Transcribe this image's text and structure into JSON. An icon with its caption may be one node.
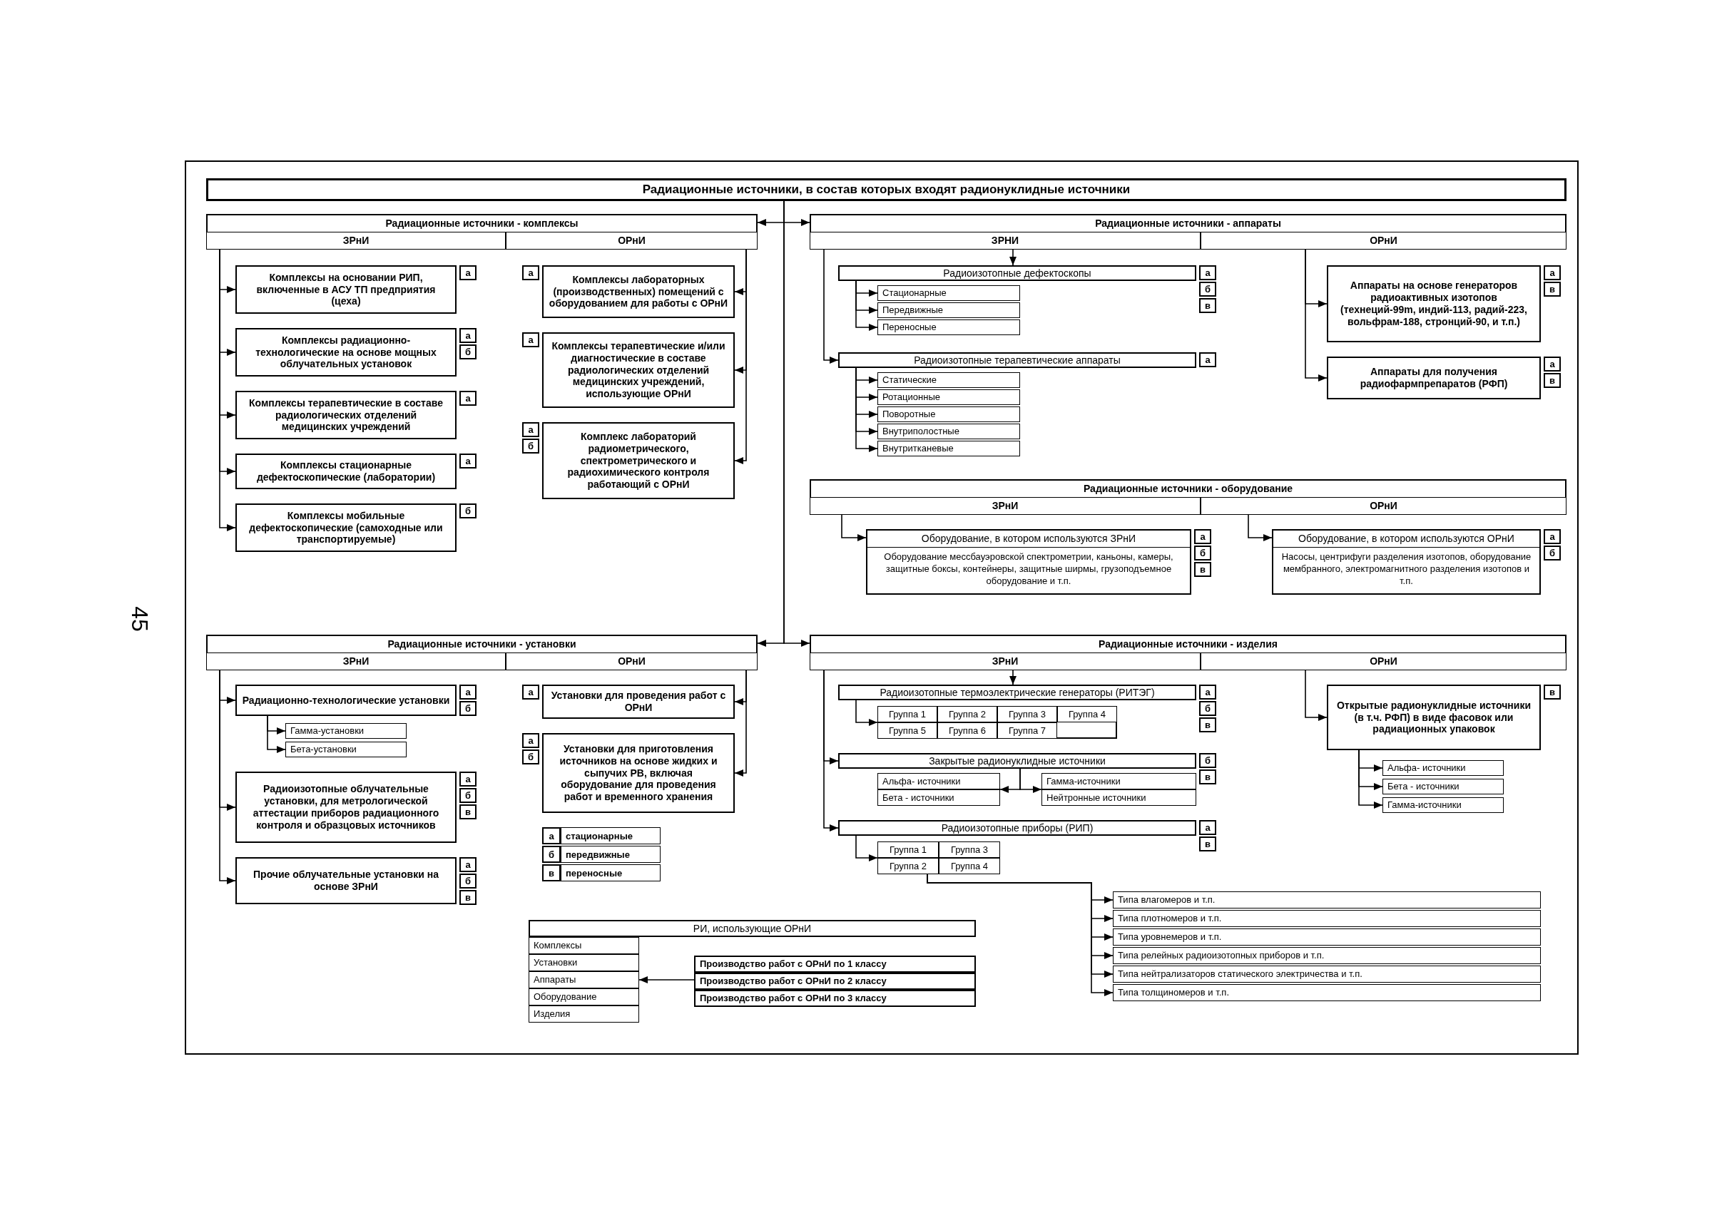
{
  "diagram": {
    "nodes": [
      {
        "text": [
          "Радиационные источники, в состав которых входят радионуклидные источники"
        ]
      },
      {
        "text": [
          "Радиационные источники - комплексы"
        ]
      },
      {
        "text": [
          "ЗРнИ"
        ],
        "in": 1
      },
      {
        "text": [
          "ОРнИ"
        ],
        "in": 1
      },
      {
        "text": [
          "Комплексы на основании РИП, включенные в АСУ ТП предприятия (цеха)"
        ],
        "beside": [
          "а"
        ]
      },
      {
        "text": [
          "Комплексы радиационно-технологические на основе мощных облучательных установок"
        ],
        "beside": [
          "а",
          "б"
        ]
      },
      {
        "text": [
          "Комплексы терапевтические в составе радиологических отделений медицинских учреждений"
        ],
        "beside": [
          "а"
        ]
      },
      {
        "text": [
          "Комплексы стационарные дефектоскопические (лаборатории)"
        ],
        "beside": [
          "а"
        ]
      },
      {
        "text": [
          "Комплексы мобильные дефектоскопические (самоходные или транспортируемые)"
        ],
        "beside": [
          "б"
        ]
      },
      {
        "text": [
          "Комплексы лабораторных (производственных) помещений с оборудованием для работы с ОРнИ"
        ],
        "beside": [
          "а"
        ]
      },
      {
        "text": [
          "Комплексы терапевтические и/или диагностические в составе радиологических отделений медицинских учреждений, использующие ОРнИ"
        ],
        "beside": [
          "а"
        ]
      },
      {
        "text": [
          "Комплекс лабораторий радиометрического, спектрометрического и радиохимического контроля работающий с ОРнИ"
        ],
        "beside": [
          "а",
          "б"
        ]
      },
      {
        "text": [
          "Радиационные источники - аппараты"
        ]
      },
      {
        "text": [
          "ЗРНИ"
        ],
        "in": 12
      },
      {
        "text": [
          "ОРнИ"
        ],
        "in": 12
      },
      {
        "text": [
          "Радиоизотопные дефектоскопы"
        ],
        "beside": [
          "а",
          "б",
          "в"
        ]
      },
      {
        "text": [
          "Стационарные"
        ]
      },
      {
        "text": [
          "Передвижные"
        ]
      },
      {
        "text": [
          "Переносные"
        ]
      },
      {
        "text": [
          "Радиоизотопные терапевтические аппараты"
        ],
        "beside": [
          "а"
        ]
      },
      {
        "text": [
          "Статические"
        ]
      },
      {
        "text": [
          "Ротационные"
        ]
      },
      {
        "text": [
          "Поворотные"
        ]
      },
      {
        "text": [
          "Внутриполостные"
        ]
      },
      {
        "text": [
          "Внутритканевые"
        ]
      },
      {
        "text": [
          "Аппараты на основе генераторов радиоактивных изотопов (технеций-99m, индий-113, радий-223, вольфрам-188, стронций-90, и т.п.)"
        ],
        "beside": [
          "а",
          "в"
        ]
      },
      {
        "text": [
          "Аппараты для получения радиофармпрепаратов (РФП)"
        ],
        "beside": [
          "а",
          "в"
        ]
      },
      {
        "text": [
          "Радиационные источники - оборудование"
        ]
      },
      {
        "text": [
          "ЗРнИ"
        ],
        "in": 27
      },
      {
        "text": [
          "ОРнИ"
        ],
        "in": 27
      },
      {
        "text": [
          "Оборудование, в котором используются ЗРнИ",
          "Оборудование мессбауэровской спектрометрии, каньоны, камеры, защитные боксы, контейнеры, защитные ширмы, грузоподъемное оборудование и т.п."
        ],
        "beside": [
          "а",
          "б",
          "в"
        ]
      },
      {
        "text": [
          "Оборудование, в котором используются ОРнИ",
          "Насосы, центрифуги разделения изотопов, оборудование мембранного, электромагнитного разделения изотопов и т.п."
        ],
        "beside": [
          "а",
          "б"
        ]
      },
      {
        "text": [
          "Радиационные источники - установки"
        ]
      },
      {
        "text": [
          "ЗРнИ"
        ],
        "in": 32
      },
      {
        "text": [
          "ОРнИ"
        ],
        "in": 32
      },
      {
        "text": [
          "Радиационно-технологические установки"
        ],
        "beside": [
          "а",
          "б"
        ]
      },
      {
        "text": [
          "Гамма-установки"
        ]
      },
      {
        "text": [
          "Бета-установки"
        ]
      },
      {
        "text": [
          "Радиоизотопные облучательные установки, для метрологической аттестации приборов радиационного контроля и образцовых источников"
        ],
        "beside": [
          "а",
          "б",
          "в"
        ]
      },
      {
        "text": [
          "Прочие облучательные установки на основе ЗРнИ"
        ],
        "beside": [
          "а",
          "б",
          "в"
        ]
      },
      {
        "text": [
          "Установки для проведения работ с ОРнИ"
        ],
        "beside": [
          "а"
        ]
      },
      {
        "text": [
          "Установки для приготовления источников на основе жидких и сыпучих РВ, включая оборудование для проведения работ и временного хранения"
        ],
        "beside": [
          "а",
          "б"
        ]
      },
      {
        "text": [
          "Радиационные источники - изделия"
        ]
      },
      {
        "text": [
          "ЗРнИ"
        ],
        "in": 42
      },
      {
        "text": [
          "ОРнИ"
        ],
        "in": 42
      },
      {
        "text": [
          "Радиоизотопные термоэлектрические генераторы (РИТЭГ)"
        ],
        "beside": [
          "а",
          "б",
          "в"
        ]
      },
      {
        "text": [],
        "shape": "box"
      },
      {
        "text": [
          "Группа 1"
        ],
        "in": 46
      },
      {
        "text": [
          "Группа 2"
        ],
        "in": 46
      },
      {
        "text": [
          "Группа 3"
        ],
        "in": 46
      },
      {
        "text": [
          "Группа 4"
        ],
        "in": 46
      },
      {
        "text": [
          "Группа 5"
        ],
        "in": 46
      },
      {
        "text": [
          "Группа 6"
        ],
        "in": 46
      },
      {
        "text": [
          "Группа 7"
        ],
        "in": 46
      },
      {
        "text": [
          "Закрытые радионуклидные источники"
        ],
        "beside": [
          "б",
          "в"
        ]
      },
      {
        "text": [],
        "shape": "box"
      },
      {
        "text": [
          "Альфа- источники"
        ],
        "in": 55
      },
      {
        "text": [
          "Бета - источники"
        ],
        "in": 55
      },
      {
        "text": [],
        "shape": "box"
      },
      {
        "text": [
          "Гамма-источники"
        ],
        "in": 58
      },
      {
        "text": [
          "Нейтронные источники"
        ],
        "in": 58
      },
      {
        "text": [
          "Радиоизотопные приборы (РИП)"
        ],
        "beside": [
          "а",
          "в"
        ]
      },
      {
        "text": [],
        "shape": "box"
      },
      {
        "text": [
          "Группа 1"
        ],
        "in": 62
      },
      {
        "text": [
          "Группа 3"
        ],
        "in": 62
      },
      {
        "text": [
          "Группа 2"
        ],
        "in": 62
      },
      {
        "text": [
          "Группа 4"
        ],
        "in": 62
      },
      {
        "text": [
          "Типа влагомеров и т.п."
        ]
      },
      {
        "text": [
          "Типа плотномеров и т.п."
        ]
      },
      {
        "text": [
          "Типа уровнемеров и т.п."
        ]
      },
      {
        "text": [
          "Типа релейных радиоизотопных приборов и т.п."
        ]
      },
      {
        "text": [
          "Типа нейтрализаторов статического электричества и т.п."
        ]
      },
      {
        "text": [
          "Типа толщиномеров и т.п."
        ]
      },
      {
        "text": [
          "Открытые радионуклидные источники (в т.ч. РФП) в виде фасовок или радиационных упаковок"
        ],
        "beside": [
          "в"
        ]
      },
      {
        "text": [
          "Альфа- источники"
        ]
      },
      {
        "text": [
          "Бета - источники"
        ]
      },
      {
        "text": [
          "Гамма-источники"
        ]
      },
      {
        "text": [
          "РИ, использующие ОРнИ"
        ]
      },
      {
        "text": [
          "Комплексы"
        ]
      },
      {
        "text": [
          "Установки"
        ]
      },
      {
        "text": [
          "Аппараты"
        ]
      },
      {
        "text": [
          "Оборудование"
        ]
      },
      {
        "text": [
          "Изделия"
        ]
      },
      {
        "text": [
          "Производство работ с ОРнИ по 1 классу"
        ]
      },
      {
        "text": [
          "Производство работ с ОРнИ по 2 классу"
        ]
      },
      {
        "text": [
          "Производство работ с ОРнИ по 3 классу"
        ]
      }
    ],
    "edges": [
      {
        "from": 0,
        "to": 1,
        "arrow": "to"
      },
      {
        "from": 0,
        "to": 12,
        "arrow": "to"
      },
      {
        "from": 0,
        "to": 32,
        "arrow": "to"
      },
      {
        "from": 0,
        "to": 42,
        "arrow": "to"
      },
      {
        "from": 2,
        "to": 4,
        "arrow": "to"
      },
      {
        "from": 2,
        "to": 5,
        "arrow": "to"
      },
      {
        "from": 2,
        "to": 6,
        "arrow": "to"
      },
      {
        "from": 2,
        "to": 7,
        "arrow": "to"
      },
      {
        "from": 2,
        "to": 8,
        "arrow": "to"
      },
      {
        "from": 3,
        "to": 9,
        "arrow": "to"
      },
      {
        "from": 3,
        "to": 10,
        "arrow": "to"
      },
      {
        "from": 3,
        "to": 11,
        "arrow": "to"
      },
      {
        "from": 13,
        "to": 15,
        "arrow": "to"
      },
      {
        "from": 15,
        "to": 16,
        "arrow": "to"
      },
      {
        "from": 15,
        "to": 17,
        "arrow": "to"
      },
      {
        "from": 15,
        "to": 18,
        "arrow": "to"
      },
      {
        "from": 13,
        "to": 19,
        "arrow": "to"
      },
      {
        "from": 19,
        "to": 20,
        "arrow": "to"
      },
      {
        "from": 19,
        "to": 21,
        "arrow": "to"
      },
      {
        "from": 19,
        "to": 22,
        "arrow": "to"
      },
      {
        "from": 19,
        "to": 23,
        "arrow": "to"
      },
      {
        "from": 19,
        "to": 24,
        "arrow": "to"
      },
      {
        "from": 14,
        "to": 25,
        "arrow": "to"
      },
      {
        "from": 14,
        "to": 26,
        "arrow": "to"
      },
      {
        "from": 28,
        "to": 30,
        "arrow": "to"
      },
      {
        "from": 29,
        "to": 31,
        "arrow": "to"
      },
      {
        "from": 33,
        "to": 35,
        "arrow": "to"
      },
      {
        "from": 35,
        "to": 36,
        "arrow": "to"
      },
      {
        "from": 35,
        "to": 37,
        "arrow": "to"
      },
      {
        "from": 33,
        "to": 38,
        "arrow": "to"
      },
      {
        "from": 33,
        "to": 39,
        "arrow": "to"
      },
      {
        "from": 34,
        "to": 40,
        "arrow": "to"
      },
      {
        "from": 34,
        "to": 41,
        "arrow": "to"
      },
      {
        "from": 43,
        "to": 45,
        "arrow": "to"
      },
      {
        "from": 45,
        "to": 46,
        "arrow": "to"
      },
      {
        "from": 43,
        "to": 54,
        "arrow": "to"
      },
      {
        "from": 54,
        "to": 55,
        "arrow": "to"
      },
      {
        "from": 54,
        "to": 58,
        "arrow": "to"
      },
      {
        "from": 43,
        "to": 61,
        "arrow": "to"
      },
      {
        "from": 61,
        "to": 62,
        "arrow": "to"
      },
      {
        "from": 62,
        "to": 67,
        "arrow": "to"
      },
      {
        "from": 62,
        "to": 68,
        "arrow": "to"
      },
      {
        "from": 62,
        "to": 69,
        "arrow": "to"
      },
      {
        "from": 62,
        "to": 70,
        "arrow": "to"
      },
      {
        "from": 62,
        "to": 71,
        "arrow": "to"
      },
      {
        "from": 62,
        "to": 72,
        "arrow": "to"
      },
      {
        "from": 44,
        "to": 73,
        "arrow": "to"
      },
      {
        "from": 73,
        "to": 74,
        "arrow": "to"
      },
      {
        "from": 73,
        "to": 75,
        "arrow": "to"
      },
      {
        "from": 73,
        "to": 76,
        "arrow": "to"
      },
      {
        "from": 84,
        "to": 80,
        "arrow": "to"
      }
    ],
    "labels": [
      "45",
      "а",
      "стационарные",
      "б",
      "передвижные",
      "в",
      "переносные"
    ]
  }
}
